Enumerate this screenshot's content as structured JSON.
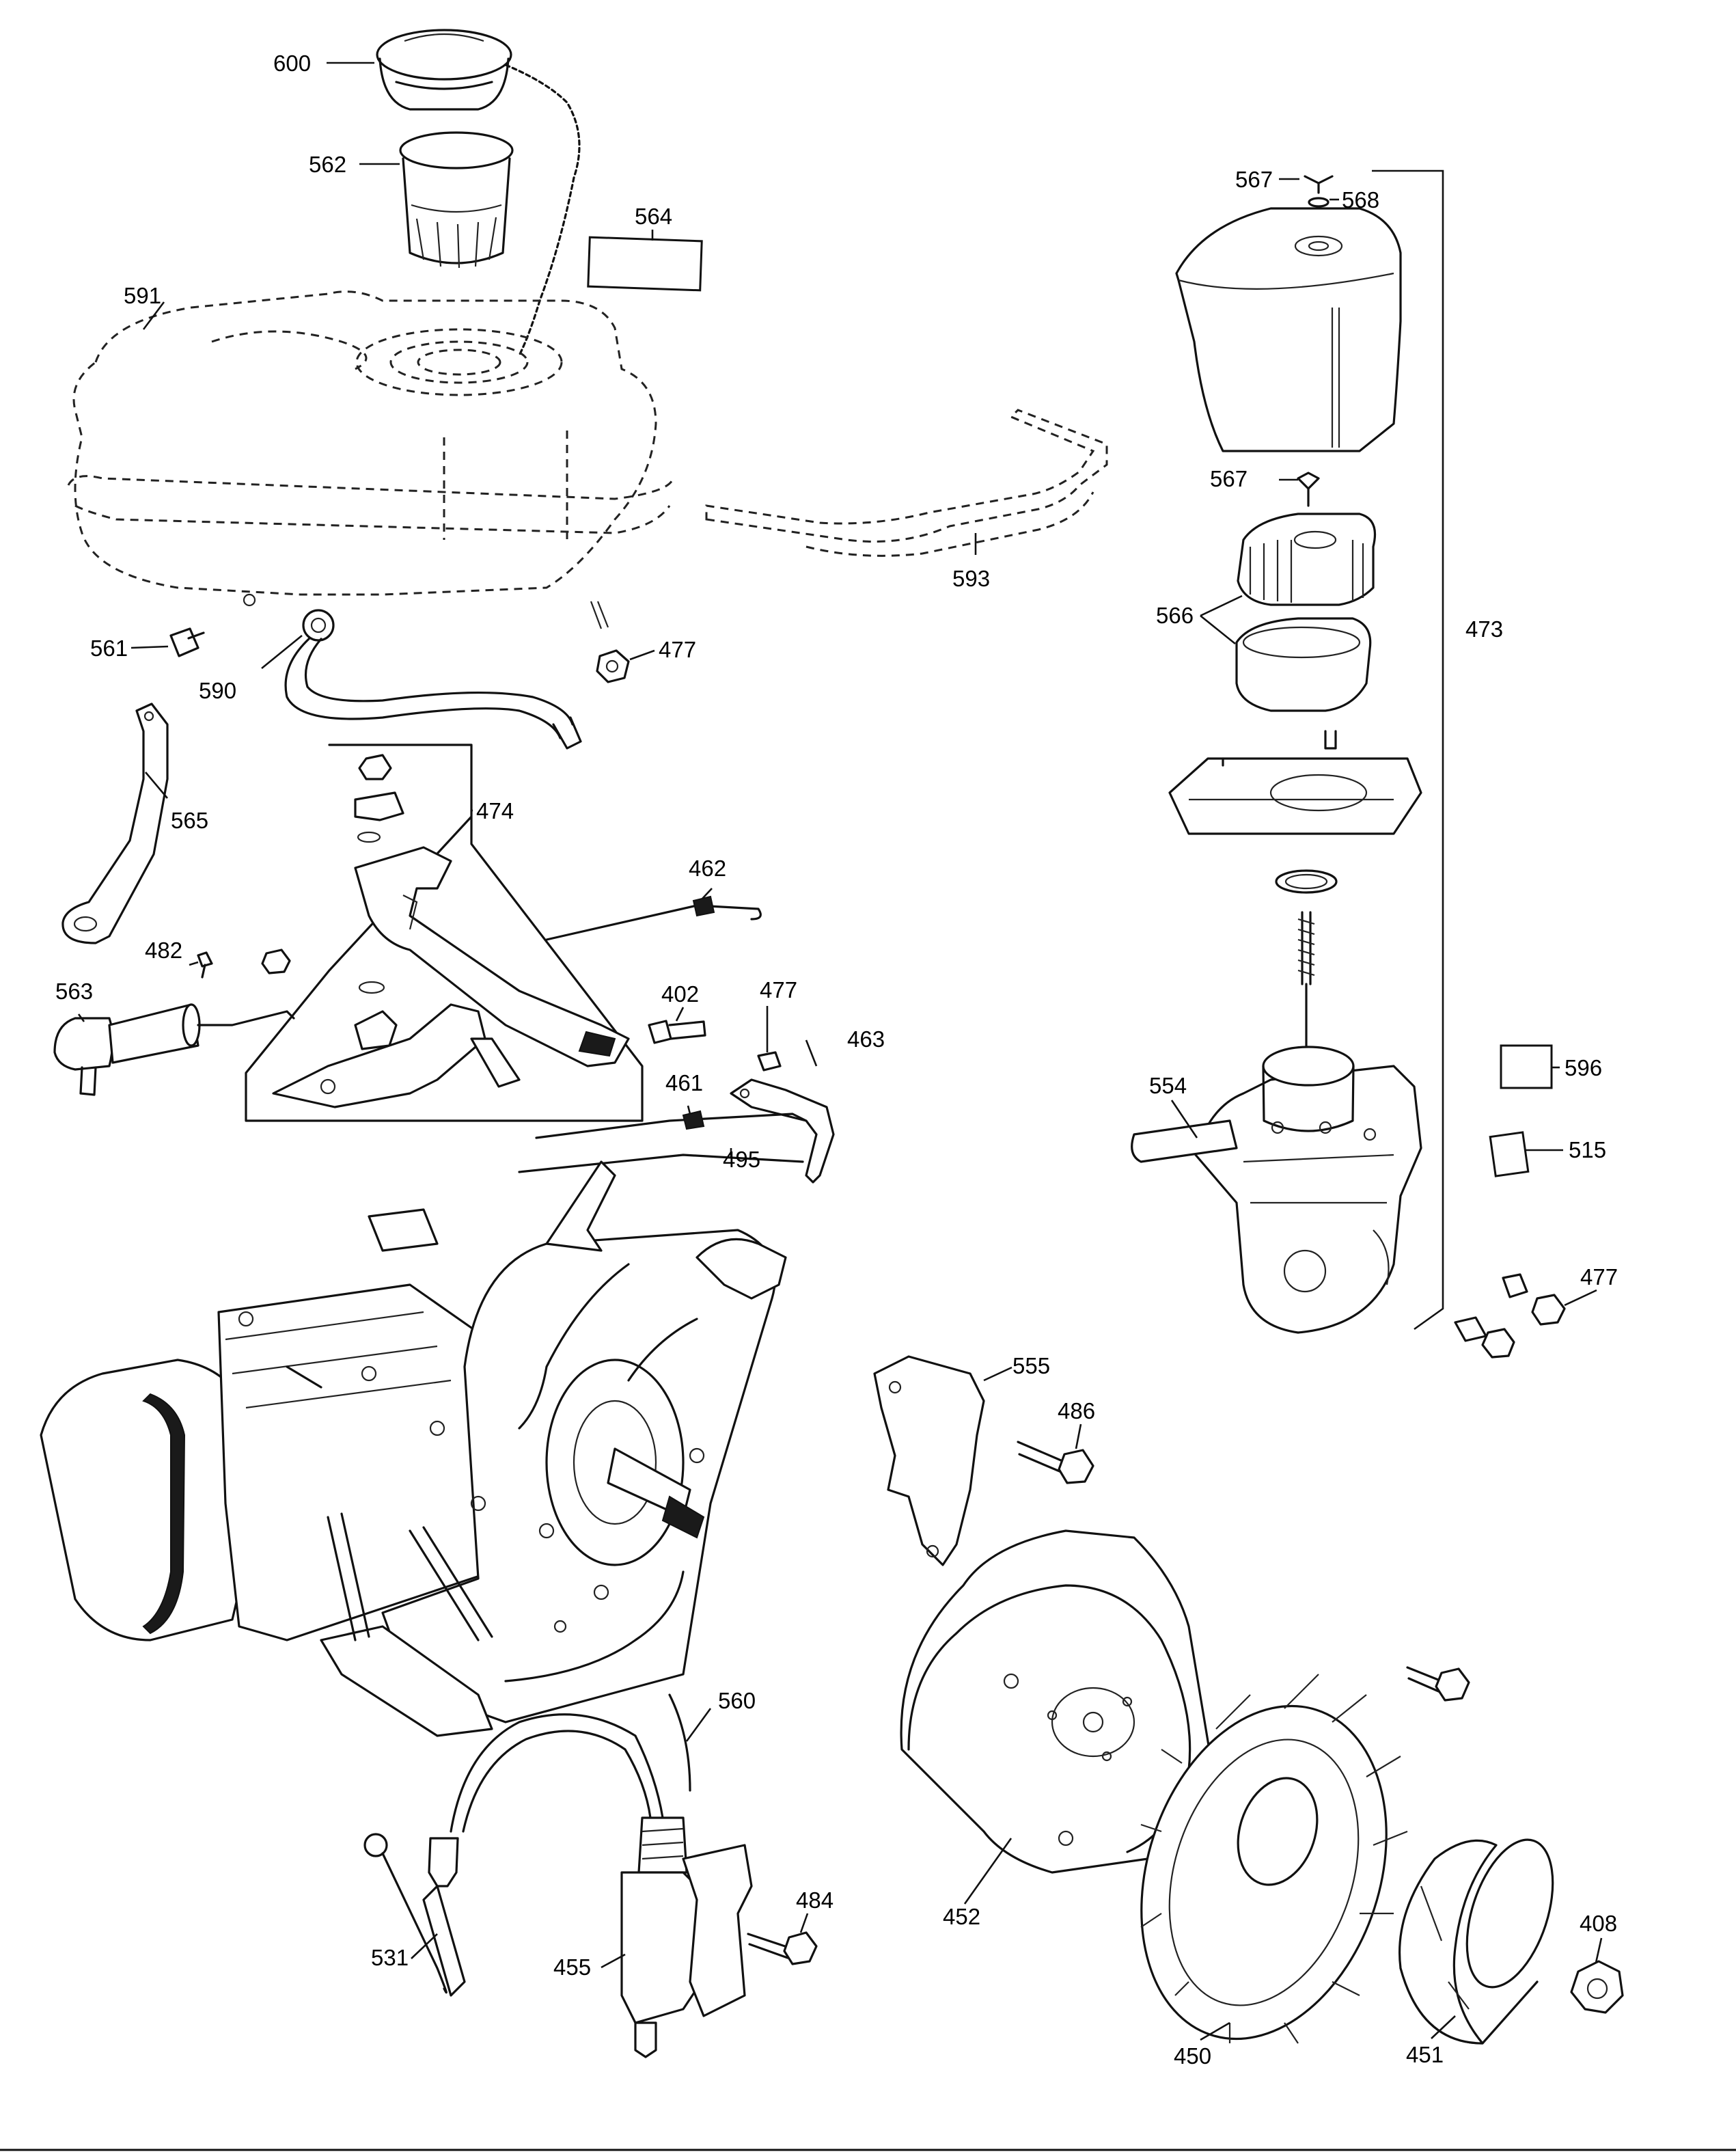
{
  "callouts": [
    {
      "id": "c600",
      "text": "600",
      "part": "fuel cap"
    },
    {
      "id": "c562",
      "text": "562",
      "part": "fuel strainer"
    },
    {
      "id": "c564",
      "text": "564",
      "part": "label"
    },
    {
      "id": "c591",
      "text": "591",
      "part": "fuel tank"
    },
    {
      "id": "c561",
      "text": "561",
      "part": "bolt"
    },
    {
      "id": "c590",
      "text": "590",
      "part": "fuel valve"
    },
    {
      "id": "c477a",
      "text": "477",
      "part": "nut"
    },
    {
      "id": "c593",
      "text": "593",
      "part": "tank bracket"
    },
    {
      "id": "c567a",
      "text": "567",
      "part": "wing nut"
    },
    {
      "id": "c568",
      "text": "568",
      "part": "washer"
    },
    {
      "id": "c567b",
      "text": "567",
      "part": "wing nut"
    },
    {
      "id": "c566",
      "text": "566",
      "part": "air filter element"
    },
    {
      "id": "c473",
      "text": "473",
      "part": "air cleaner assembly"
    },
    {
      "id": "c565",
      "text": "565",
      "part": "brace"
    },
    {
      "id": "c474",
      "text": "474",
      "part": "control assembly"
    },
    {
      "id": "c462",
      "text": "462",
      "part": "spring"
    },
    {
      "id": "c482",
      "text": "482",
      "part": "screw"
    },
    {
      "id": "c563",
      "text": "563",
      "part": "solenoid"
    },
    {
      "id": "c402",
      "text": "402",
      "part": "bolt"
    },
    {
      "id": "c477b",
      "text": "477",
      "part": "nut"
    },
    {
      "id": "c463",
      "text": "463",
      "part": "governor lever"
    },
    {
      "id": "c461",
      "text": "461",
      "part": "spring"
    },
    {
      "id": "c495",
      "text": "495",
      "part": "link"
    },
    {
      "id": "c554",
      "text": "554",
      "part": "air cleaner base"
    },
    {
      "id": "c596",
      "text": "596",
      "part": "label"
    },
    {
      "id": "c515",
      "text": "515",
      "part": "label"
    },
    {
      "id": "c477c",
      "text": "477",
      "part": "nut"
    },
    {
      "id": "c555",
      "text": "555",
      "part": "bracket"
    },
    {
      "id": "c486",
      "text": "486",
      "part": "bolt"
    },
    {
      "id": "c560",
      "text": "560",
      "part": "ignition wire"
    },
    {
      "id": "c452",
      "text": "452",
      "part": "shroud"
    },
    {
      "id": "c484",
      "text": "484",
      "part": "bolt"
    },
    {
      "id": "c531",
      "text": "531",
      "part": "spark plug"
    },
    {
      "id": "c455",
      "text": "455",
      "part": "ignition coil"
    },
    {
      "id": "c450",
      "text": "450",
      "part": "flywheel"
    },
    {
      "id": "c451",
      "text": "451",
      "part": "starter cup"
    },
    {
      "id": "c408",
      "text": "408",
      "part": "flywheel nut"
    }
  ]
}
